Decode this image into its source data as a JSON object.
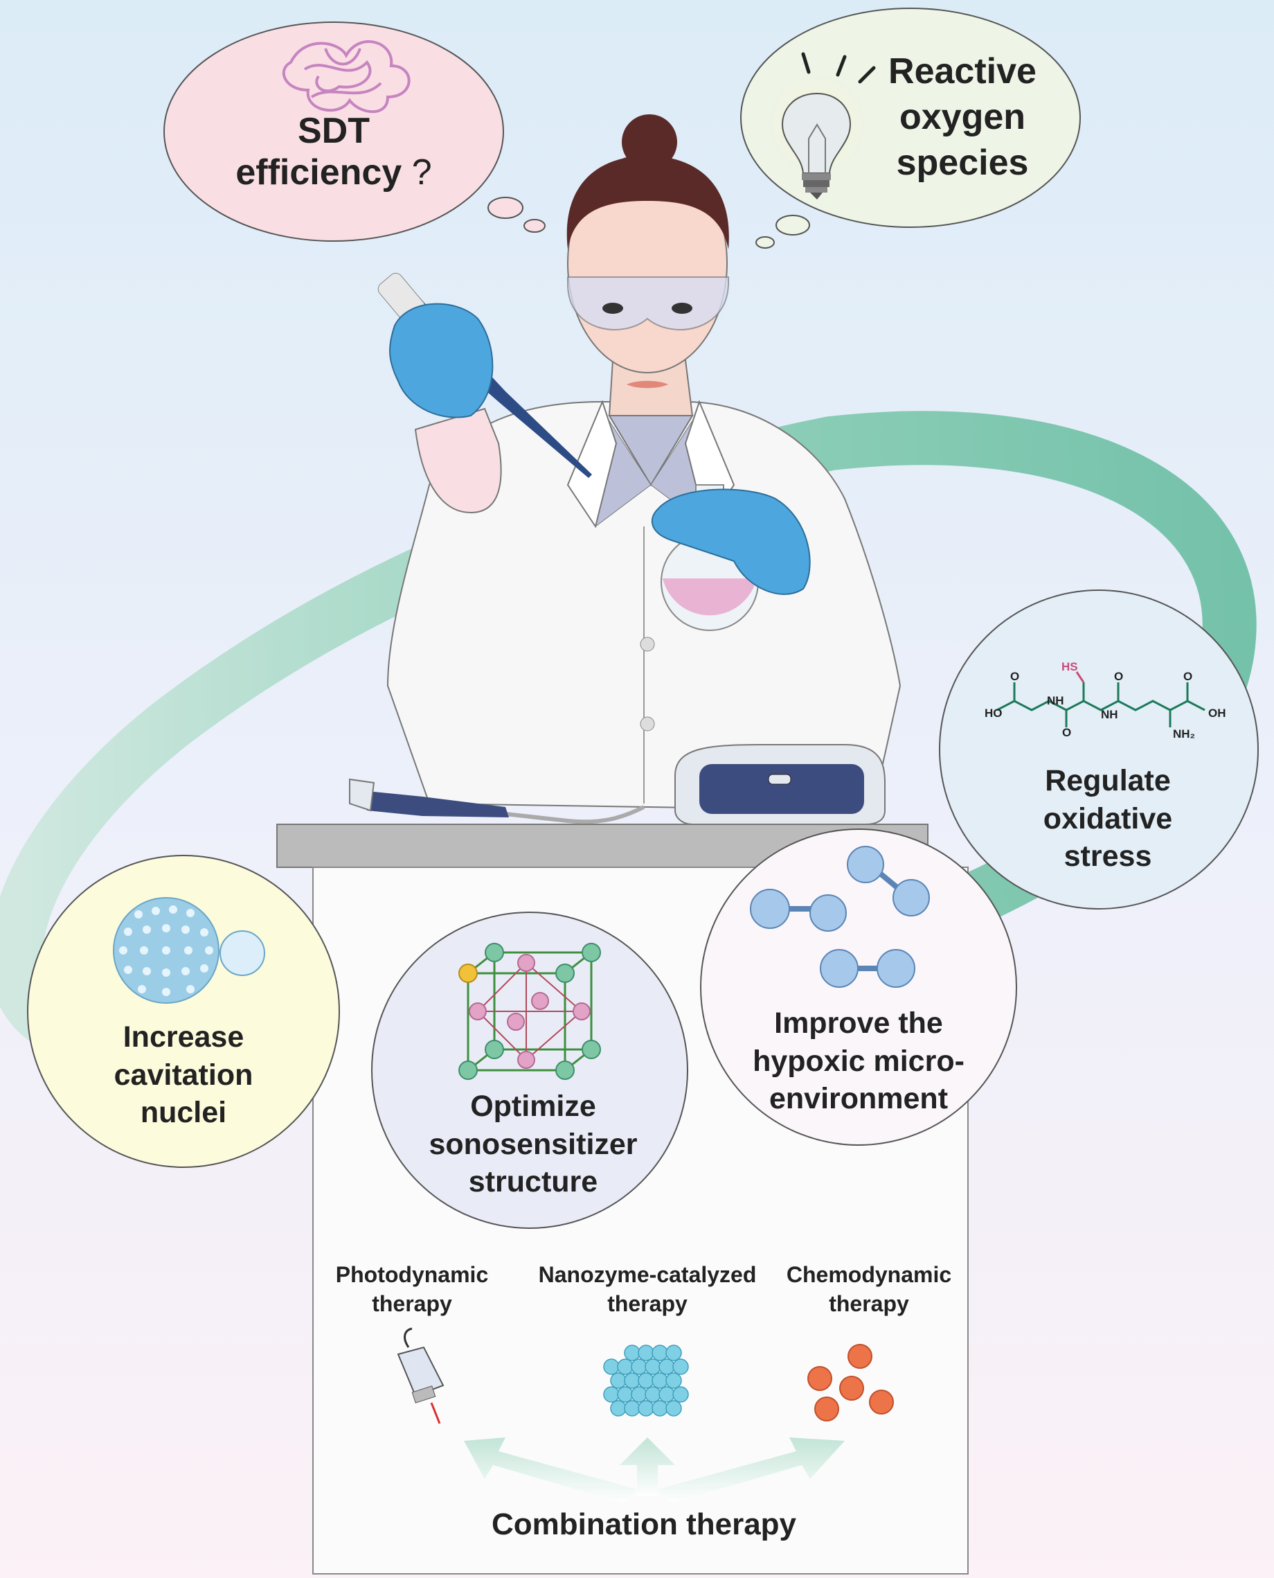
{
  "thought_left": {
    "line1": "SDT",
    "line2": "efficiency",
    "mark": "?"
  },
  "thought_right": {
    "line1": "Reactive",
    "line2": "oxygen",
    "line3": "species"
  },
  "strategies": {
    "cavitation": [
      "Increase",
      "cavitation",
      "nuclei"
    ],
    "sonosensitizer": [
      "Optimize",
      "sonosensitizer",
      "structure"
    ],
    "hypoxic": [
      "Improve the",
      "hypoxic micro-",
      "environment"
    ],
    "oxidative": [
      "Regulate",
      "oxidative",
      "stress"
    ]
  },
  "molecule_labels": {
    "ho": "HO",
    "nh1": "NH",
    "nh2": "NH",
    "hs": "HS",
    "o1": "O",
    "o2": "O",
    "o3": "O",
    "o4": "O",
    "oh": "OH",
    "nh2amine": "NH₂"
  },
  "therapies": [
    {
      "line1": "Photodynamic",
      "line2": "therapy"
    },
    {
      "line1": "Nanozyme-catalyzed",
      "line2": "therapy"
    },
    {
      "line1": "Chemodynamic",
      "line2": "therapy"
    }
  ],
  "combination": "Combination therapy",
  "icons": [
    "brain-icon",
    "lightbulb-icon",
    "scientist-figure",
    "ultrasound-probe-icon",
    "ultrasound-device-icon",
    "microbubble-icon",
    "crystal-lattice-icon",
    "oxygen-molecule-icon",
    "glutathione-structure-icon",
    "laser-icon",
    "nanozyme-cluster-icon",
    "nanoparticles-icon"
  ],
  "colors": {
    "ring": "#6fbfa6",
    "bubble_pink": "#f9dfe4",
    "bubble_green": "#eef4e6",
    "cavitation_bg": "#fcfbdc",
    "sonosensitizer_bg": "#e9ecf7",
    "hypoxic_bg": "#fbf6fa",
    "oxidative_bg": "#e3eef6",
    "glove": "#4ea6de"
  }
}
